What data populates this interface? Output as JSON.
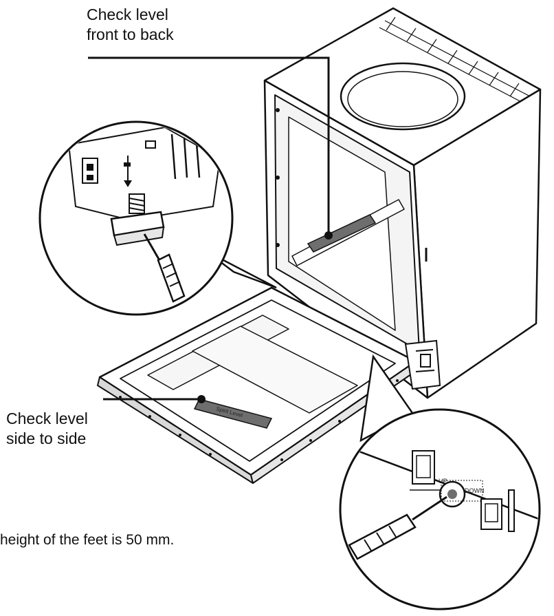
{
  "labels": {
    "front_to_back_line1": "Check level",
    "front_to_back_line2": "front to back",
    "side_to_side_line1": "Check level",
    "side_to_side_line2": "side to side"
  },
  "note": "height of the feet is 50 mm.",
  "detail_labels": {
    "up": "UP",
    "down": "DOWN",
    "spirit_level": "Spirit Level"
  },
  "colors": {
    "line": "#111111",
    "level_fill": "#6e6e6e",
    "shade": "#d9d9d9",
    "background": "#ffffff"
  }
}
